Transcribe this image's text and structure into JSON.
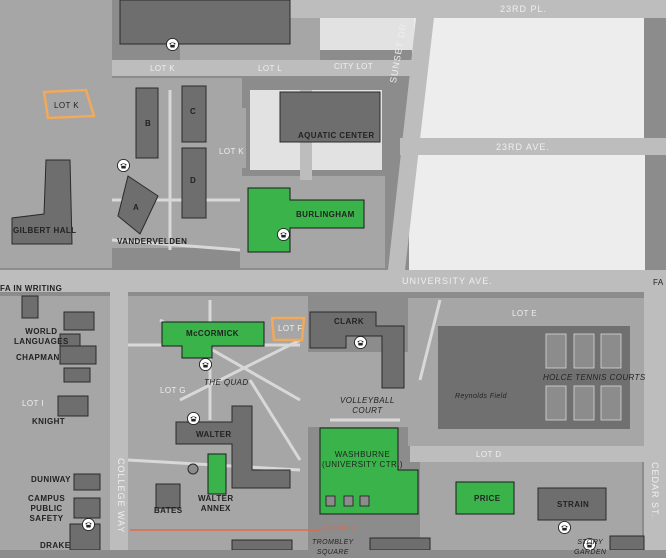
{
  "colors": {
    "ground": "#8c8c8c",
    "road": "#bdbdbd",
    "block": "#a6a6a6",
    "building": "#6e6e6e",
    "field": "#707070",
    "lot_light": "#ededed",
    "highlight_green": "#3ab44a",
    "lot_outline_orange": "#f2a95a",
    "loading_line": "#e06a4a"
  },
  "icon": "phone-icon",
  "streets": {
    "pl23": "23RD PL.",
    "ave23": "23RD AVE.",
    "sunset": "SUNSET DR.",
    "university": "UNIVERSITY AVE.",
    "college_way": "COLLEGE WAY",
    "cedar": "CEDAR ST.",
    "fa": "FA"
  },
  "lots": {
    "lot_k_top": "LOT K",
    "lot_l": "LOT L",
    "city_lot": "CITY LOT",
    "lot_k_outline": "LOT K",
    "lot_k_mid": "LOT K",
    "lot_f": "LOT F",
    "lot_e": "LOT E",
    "lot_g": "LOT G",
    "lot_i": "LOT I",
    "lot_d": "LOT D"
  },
  "buildings": {
    "aquatic": "AQUATIC CENTER",
    "b": "B",
    "c": "C",
    "d": "D",
    "a": "A",
    "gilbert": "GILBERT HALL",
    "vandervelden": "VANDERVELDEN",
    "burlingham": "BURLINGHAM",
    "fa_writing": "FA IN WRITING",
    "world_lang": "WORLD\nLANGUAGES",
    "chapman": "CHAPMAN",
    "knight": "KNIGHT",
    "duniway": "DUNIWAY",
    "campus_safety": "CAMPUS\nPUBLIC\nSAFETY",
    "drake": "DRAKE",
    "mccormick": "McCORMICK",
    "clark": "CLARK",
    "walter": "WALTER",
    "walter_annex": "WALTER\nANNEX",
    "bates": "BATES",
    "washburne": "WASHBURNE\n(UNIVERSITY CTR.)",
    "price": "PRICE",
    "strain": "STRAIN"
  },
  "areas": {
    "quad": "THE QUAD",
    "volleyball": "VOLLEYBALL\nCOURT",
    "reynolds": "Reynolds Field",
    "holce": "HOLCE TENNIS COURTS",
    "trombley": "TROMBLEY\nSQUARE",
    "story": "STORY\nGARDEN",
    "loading": "LOADING"
  }
}
